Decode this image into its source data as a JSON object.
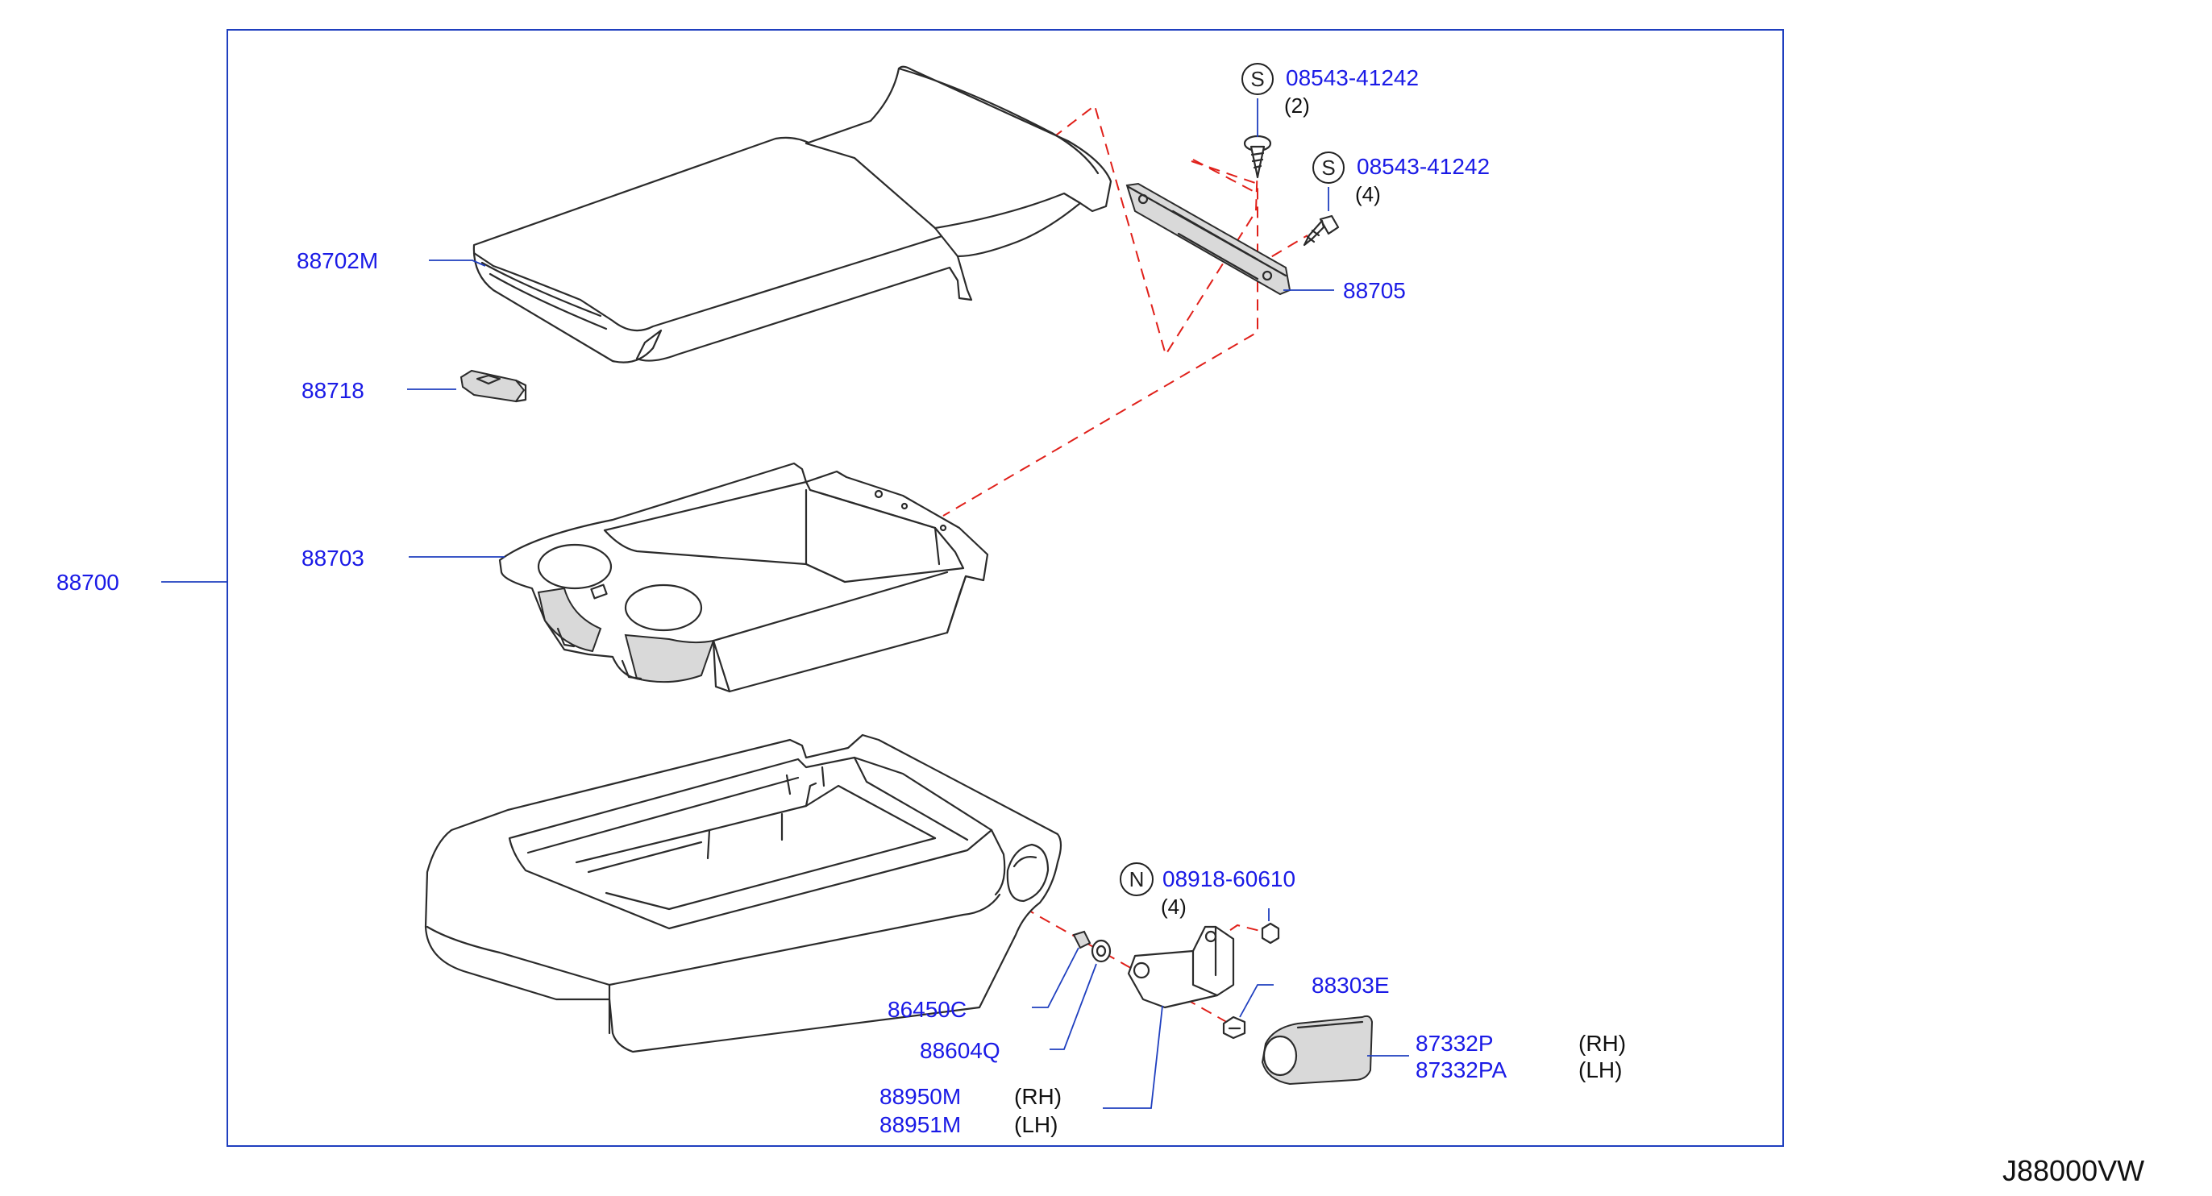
{
  "diagram_code": "J88000VW",
  "assembly_part": "88700",
  "parts": {
    "lid": "88702M",
    "hinge_cover": "88718",
    "tray": "88703",
    "hinge_plate": "88705",
    "nut": "86450C",
    "washer": "88604Q",
    "bracket_rh": "88950M",
    "bracket_lh": "88951M",
    "clip": "88303E",
    "finisher_rh": "87332P",
    "finisher_lh": "87332PA"
  },
  "fasteners": [
    {
      "symbol": "S",
      "part": "08543-41242",
      "qty": "(2)"
    },
    {
      "symbol": "S",
      "part": "08543-41242",
      "qty": "(4)"
    },
    {
      "symbol": "N",
      "part": "08918-60610",
      "qty": "(4)"
    }
  ],
  "sides": {
    "rh": "(RH)",
    "lh": "(LH)"
  }
}
